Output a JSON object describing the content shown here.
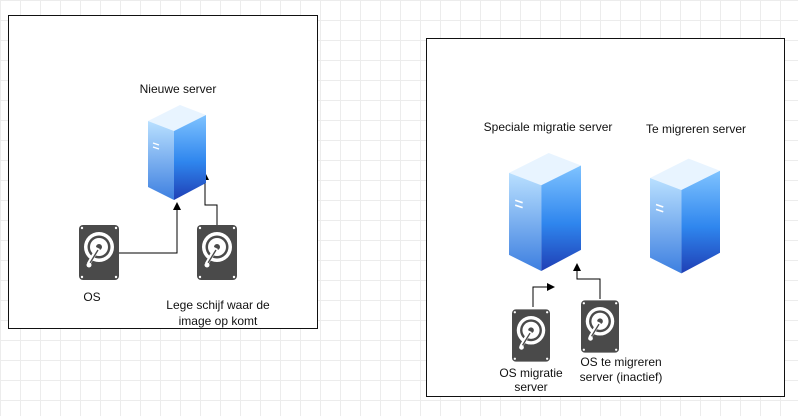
{
  "left_group": {
    "server_label": "Nieuwe server",
    "disk_os_label": "OS",
    "disk_empty_label_line1": "Lege schijf waar de",
    "disk_empty_label_line2": "image op komt"
  },
  "right_group": {
    "migration_server_label": "Speciale migratie server",
    "target_server_label": "Te migreren server",
    "disk_migration_os_line1": "OS migratie",
    "disk_migration_os_line2": "server",
    "disk_target_os_line1": "OS te migreren",
    "disk_target_os_line2": "server (inactief)"
  },
  "icons": {
    "server": "server-icon",
    "disk": "hard-disk-icon"
  },
  "colors": {
    "server_light": "#7fc3ff",
    "server_mid": "#2f86ee",
    "server_dark": "#1f3fb5",
    "disk_body": "#4a4a4a",
    "connector": "#000000"
  }
}
